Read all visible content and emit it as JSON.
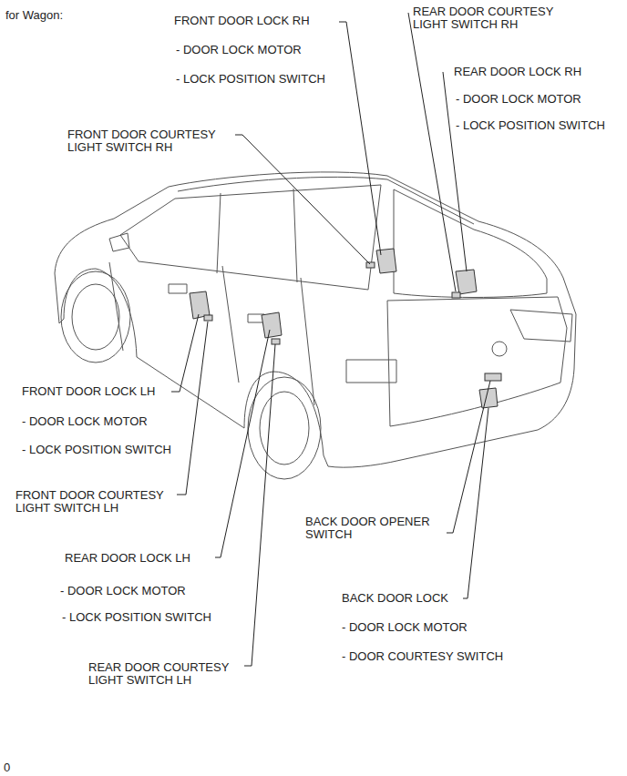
{
  "diagram": {
    "title": "for Wagon:",
    "labels": [
      "FRONT DOOR LOCK RH",
      "- DOOR LOCK MOTOR",
      "- LOCK POSITION SWITCH",
      "REAR DOOR COURTESY LIGHT SWITCH RH",
      "REAR DOOR LOCK RH",
      "- DOOR LOCK MOTOR",
      "- LOCK POSITION SWITCH",
      "FRONT DOOR COURTESY LIGHT SWITCH RH",
      "FRONT DOOR LOCK LH",
      "- DOOR LOCK MOTOR",
      "- LOCK POSITION SWITCH",
      "FRONT DOOR COURTESY LIGHT SWITCH LH",
      "REAR DOOR LOCK LH",
      "- DOOR LOCK MOTOR",
      "- LOCK POSITION SWITCH",
      "REAR DOOR COURTESY LIGHT SWITCH LH",
      "BACK DOOR OPENER SWITCH",
      "BACK DOOR LOCK",
      "- DOOR LOCK MOTOR",
      "- DOOR COURTESY SWITCH",
      "0"
    ]
  }
}
